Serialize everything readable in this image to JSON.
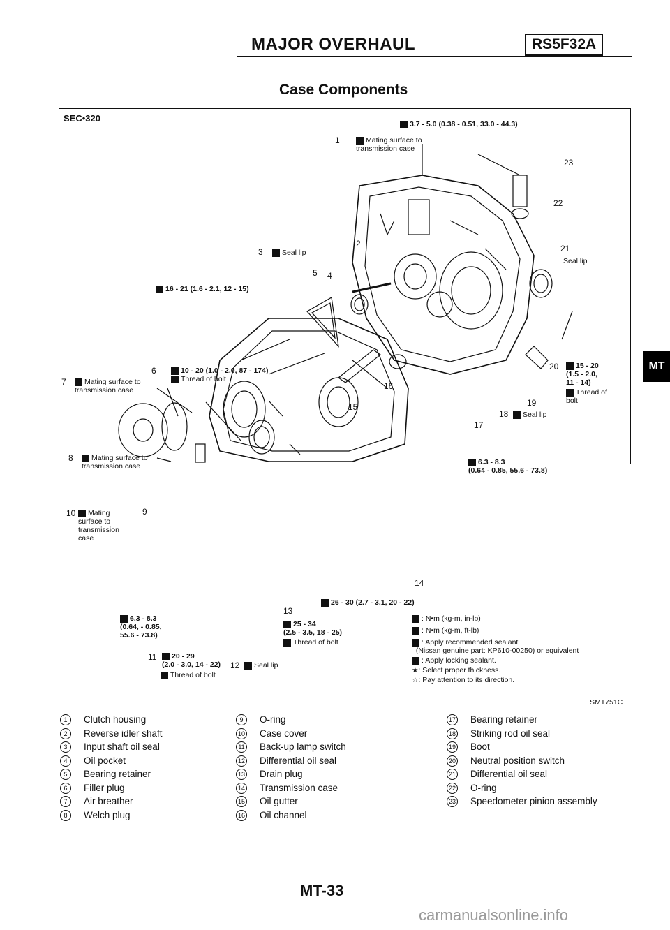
{
  "header": {
    "title": "MAJOR OVERHAUL",
    "model_badge": "RS5F32A"
  },
  "section_title": "Case Components",
  "side_tab": "MT",
  "figure": {
    "sec_code": "SEC•320",
    "figure_code": "SMT751C",
    "labels": {
      "torque_top": "3.7 - 5.0 (0.38 - 0.51, 33.0 - 44.3)",
      "l1": "Mating surface to\ntransmission case",
      "l3": "Seal lip",
      "torque_5": "16 - 21 (1.6 - 2.1, 12 - 15)",
      "torque_6": "10 - 20 (1.0 - 2.0, 87 - 174)",
      "thread_6": "Thread of bolt",
      "l7": "Mating surface to\ntransmission case",
      "l8": "Mating surface to\ntransmission case",
      "l10": "Mating\nsurface to\ntransmission\ncase",
      "l21": "Seal lip",
      "torque_20": "15 - 20\n(1.5 - 2.0,\n11 - 14)",
      "thread_20": "Thread of\nbolt",
      "l18": "Seal lip",
      "torque_17": "6.3 - 8.3\n(0.64 - 0.85, 55.6 - 73.8)",
      "torque_13": "26 - 30 (2.7 - 3.1, 20 - 22)",
      "torque_left": "6.3 - 8.3\n(0.64, - 0.85,\n55.6 - 73.8)",
      "torque_14": "25 - 34\n(2.5 - 3.5, 18 - 25)",
      "thread_14": "Thread of bolt",
      "torque_11": "20 - 29\n(2.0 - 3.0, 14 - 22)",
      "thread_11": "Thread of bolt",
      "l12": "Seal lip"
    },
    "key": [
      ": N•m (kg-m, in-lb)",
      ": N•m (kg-m, ft-lb)",
      ": Apply recommended sealant\n  (Nissan genuine part: KP610-00250) or equivalent",
      ": Apply locking sealant.",
      ": Select proper thickness.",
      ": Pay attention to its direction."
    ],
    "callouts": [
      "1",
      "2",
      "3",
      "4",
      "5",
      "6",
      "7",
      "8",
      "9",
      "10",
      "11",
      "12",
      "13",
      "14",
      "15",
      "16",
      "17",
      "18",
      "19",
      "20",
      "21",
      "22",
      "23"
    ]
  },
  "legend": {
    "col1": [
      {
        "num": "1",
        "text": "Clutch housing"
      },
      {
        "num": "2",
        "text": "Reverse idler shaft"
      },
      {
        "num": "3",
        "text": "Input shaft oil seal"
      },
      {
        "num": "4",
        "text": "Oil pocket"
      },
      {
        "num": "5",
        "text": "Bearing retainer"
      },
      {
        "num": "6",
        "text": "Filler plug"
      },
      {
        "num": "7",
        "text": "Air breather"
      },
      {
        "num": "8",
        "text": "Welch plug"
      }
    ],
    "col2": [
      {
        "num": "9",
        "text": "O-ring"
      },
      {
        "num": "10",
        "text": "Case cover"
      },
      {
        "num": "11",
        "text": "Back-up lamp switch"
      },
      {
        "num": "12",
        "text": "Differential oil seal"
      },
      {
        "num": "13",
        "text": "Drain plug"
      },
      {
        "num": "14",
        "text": "Transmission case"
      },
      {
        "num": "15",
        "text": "Oil gutter"
      },
      {
        "num": "16",
        "text": "Oil channel"
      }
    ],
    "col3": [
      {
        "num": "17",
        "text": "Bearing retainer"
      },
      {
        "num": "18",
        "text": "Striking rod oil seal"
      },
      {
        "num": "19",
        "text": "Boot"
      },
      {
        "num": "20",
        "text": "Neutral position switch"
      },
      {
        "num": "21",
        "text": "Differential oil seal"
      },
      {
        "num": "22",
        "text": "O-ring"
      },
      {
        "num": "23",
        "text": "Speedometer pinion assembly"
      }
    ]
  },
  "footer": {
    "page": "MT-33",
    "watermark": "carmanualsonline.info"
  }
}
